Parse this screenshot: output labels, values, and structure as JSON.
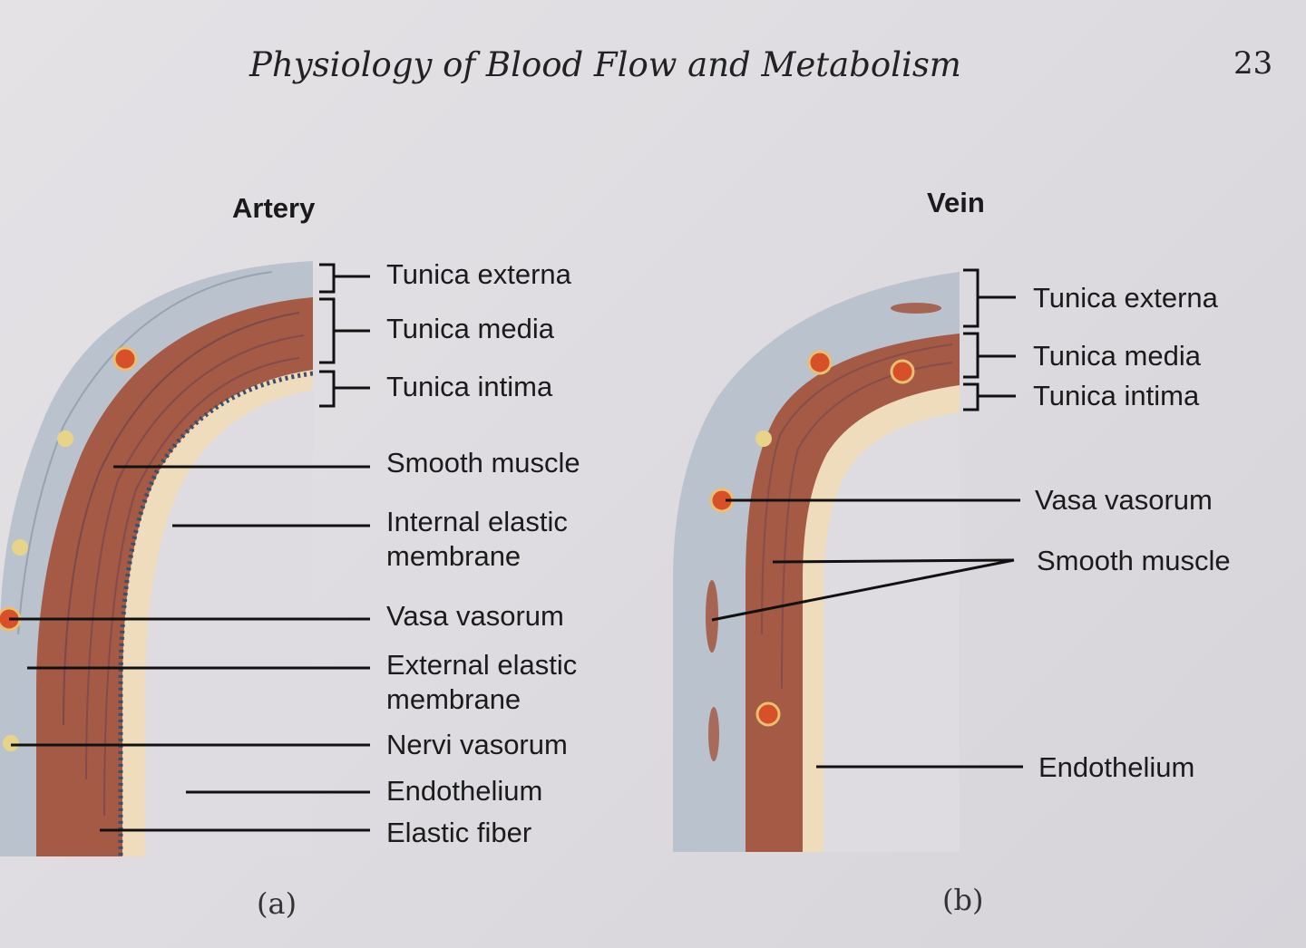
{
  "header": {
    "title": "Physiology of Blood Flow and Metabolism",
    "page_number": "23"
  },
  "artery": {
    "title": "Artery",
    "caption": "(a)",
    "labels": {
      "tunica_externa": "Tunica externa",
      "tunica_media": "Tunica media",
      "tunica_intima": "Tunica intima",
      "smooth_muscle": "Smooth muscle",
      "internal_elastic_membrane": "Internal elastic\nmembrane",
      "vasa_vasorum": "Vasa vasorum",
      "external_elastic_membrane": "External elastic\nmembrane",
      "nervi_vasorum": "Nervi vasorum",
      "endothelium": "Endothelium",
      "elastic_fiber": "Elastic fiber"
    }
  },
  "vein": {
    "title": "Vein",
    "caption": "(b)",
    "labels": {
      "tunica_externa": "Tunica externa",
      "tunica_media": "Tunica media",
      "tunica_intima": "Tunica intima",
      "vasa_vasorum": "Vasa vasorum",
      "smooth_muscle": "Smooth muscle",
      "endothelium": "Endothelium"
    }
  },
  "colors": {
    "externa": "#b9c2cd",
    "media": "#a45a45",
    "intima": "#eedcbc",
    "vessel_dot": "#d8502a",
    "nerve_dot": "#e8d488"
  }
}
